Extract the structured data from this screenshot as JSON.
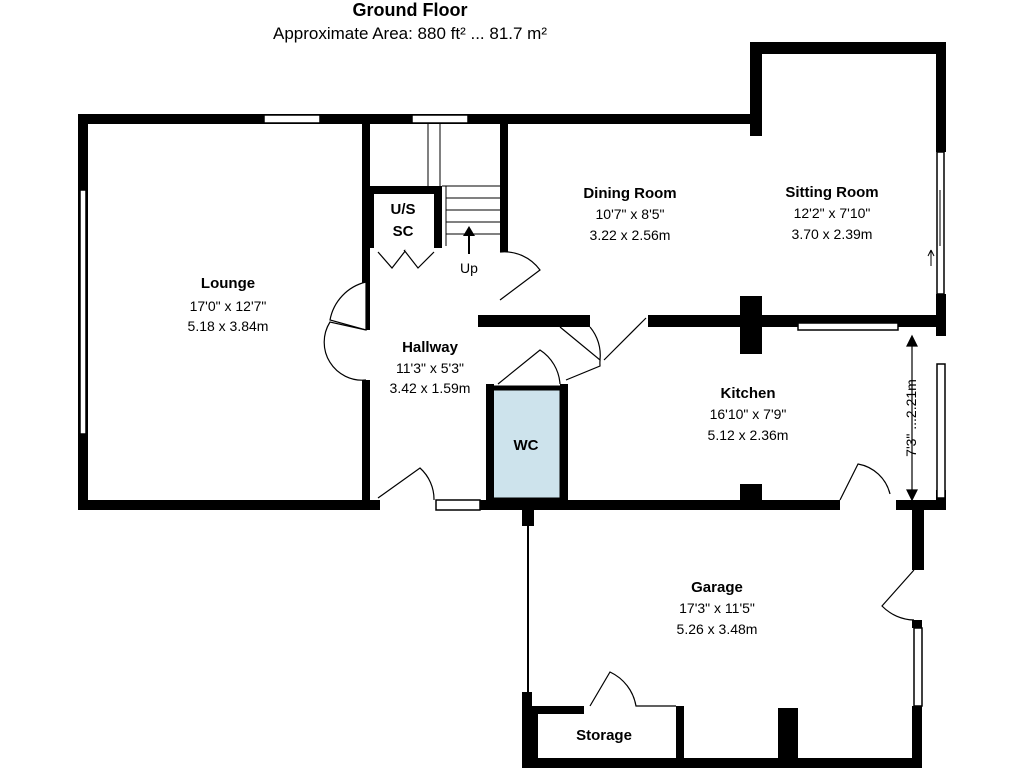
{
  "header": {
    "title": "Ground Floor",
    "area": "Approximate Area: 880 ft² ... 81.7 m²"
  },
  "rooms": {
    "lounge": {
      "name": "Lounge",
      "imperial": "17'0\" x 12'7\"",
      "metric": "5.18 x 3.84m"
    },
    "us_sc": {
      "line1": "U/S",
      "line2": "SC"
    },
    "stairs": {
      "label": "Up"
    },
    "dining": {
      "name": "Dining Room",
      "imperial": "10'7\" x 8'5\"",
      "metric": "3.22 x 2.56m"
    },
    "sitting": {
      "name": "Sitting Room",
      "imperial": "12'2\" x 7'10\"",
      "metric": "3.70 x 2.39m"
    },
    "hallway": {
      "name": "Hallway",
      "imperial": "11'3\" x 5'3\"",
      "metric": "3.42 x 1.59m"
    },
    "wc": {
      "name": "WC"
    },
    "kitchen": {
      "name": "Kitchen",
      "imperial": "16'10\" x 7'9\"",
      "metric": "5.12 x 2.36m",
      "dimension_note": "7'3\" ...2.21m"
    },
    "garage": {
      "name": "Garage",
      "imperial": "17'3\" x 11'5\"",
      "metric": "5.26 x 3.48m"
    },
    "storage": {
      "name": "Storage"
    }
  },
  "colors": {
    "wall": "#000000",
    "wc_fill": "#cde3ec",
    "window_fill": "#ffffff",
    "background": "#ffffff"
  }
}
